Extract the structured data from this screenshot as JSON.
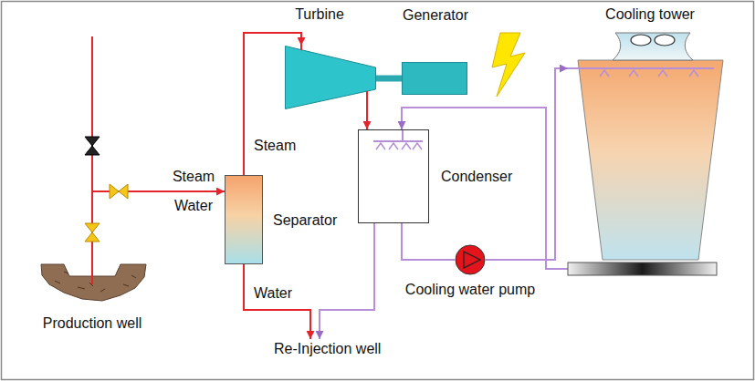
{
  "diagram": {
    "nodes": [
      {
        "text": [
          "Production well"
        ]
      },
      {
        "text": [
          "Separator"
        ]
      },
      {
        "text": [
          "Turbine"
        ]
      },
      {
        "text": [
          "Generator"
        ]
      },
      {
        "text": [
          "Condenser"
        ]
      },
      {
        "text": [
          "Cooling water pump"
        ]
      },
      {
        "text": [
          "Cooling tower"
        ]
      },
      {
        "text": [
          "Re-Injection well"
        ]
      }
    ],
    "edges": [
      {
        "from": 0,
        "to": 1,
        "arrow": "to",
        "label": "Steam"
      },
      {
        "from": 1,
        "to": 2,
        "arrow": "to",
        "label": "Steam"
      },
      {
        "from": 2,
        "to": 3,
        "arrow": "none"
      },
      {
        "from": 2,
        "to": 4,
        "arrow": "to"
      },
      {
        "from": 1,
        "to": 7,
        "arrow": "to",
        "label": "Water"
      },
      {
        "from": 4,
        "to": 7,
        "arrow": "to"
      },
      {
        "from": 4,
        "to": 5,
        "arrow": "none"
      },
      {
        "from": 5,
        "to": 6,
        "arrow": "to"
      },
      {
        "from": 6,
        "to": 4,
        "arrow": "to"
      }
    ],
    "labels": [
      "Water"
    ]
  }
}
